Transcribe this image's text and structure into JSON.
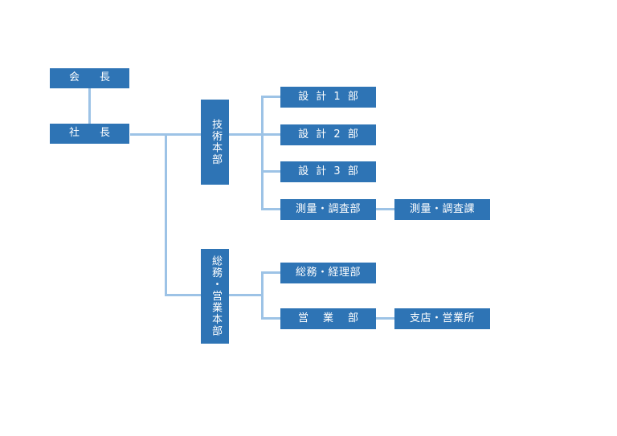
{
  "chart": {
    "type": "org-chart",
    "title": "",
    "accent_color": "#2E74B5",
    "connector_color": "#9DC3E6",
    "text_color": "#FFFFFF",
    "background_color": "#FFFFFF"
  },
  "nodes": {
    "chairman": {
      "label": "会　長",
      "level": 1,
      "orientation": "horizontal"
    },
    "president": {
      "label": "社　長",
      "level": 2,
      "orientation": "horizontal"
    },
    "engineering_hq": {
      "label": "技術本部",
      "level": 3,
      "orientation": "vertical"
    },
    "admin_sales_hq": {
      "label": "総務・営業本部",
      "level": 3,
      "orientation": "vertical"
    },
    "design1": {
      "label": "設 計 1 部",
      "level": 4,
      "orientation": "horizontal"
    },
    "design2": {
      "label": "設 計 2 部",
      "level": 4,
      "orientation": "horizontal"
    },
    "design3": {
      "label": "設 計 3 部",
      "level": 4,
      "orientation": "horizontal"
    },
    "survey_dept": {
      "label": "測量・調査部",
      "level": 4,
      "orientation": "horizontal"
    },
    "survey_section": {
      "label": "測量・調査課",
      "level": 5,
      "orientation": "horizontal"
    },
    "general_accounting": {
      "label": "総務・経理部",
      "level": 4,
      "orientation": "horizontal"
    },
    "sales_dept": {
      "label": "営　業　部",
      "level": 4,
      "orientation": "horizontal"
    },
    "branch_office": {
      "label": "支店・営業所",
      "level": 5,
      "orientation": "horizontal"
    }
  },
  "hierarchy": [
    {
      "parent": "chairman",
      "child": "president"
    },
    {
      "parent": "president",
      "child": "engineering_hq"
    },
    {
      "parent": "president",
      "child": "admin_sales_hq"
    },
    {
      "parent": "engineering_hq",
      "child": "design1"
    },
    {
      "parent": "engineering_hq",
      "child": "design2"
    },
    {
      "parent": "engineering_hq",
      "child": "design3"
    },
    {
      "parent": "engineering_hq",
      "child": "survey_dept"
    },
    {
      "parent": "survey_dept",
      "child": "survey_section"
    },
    {
      "parent": "admin_sales_hq",
      "child": "general_accounting"
    },
    {
      "parent": "admin_sales_hq",
      "child": "sales_dept"
    },
    {
      "parent": "sales_dept",
      "child": "branch_office"
    }
  ]
}
